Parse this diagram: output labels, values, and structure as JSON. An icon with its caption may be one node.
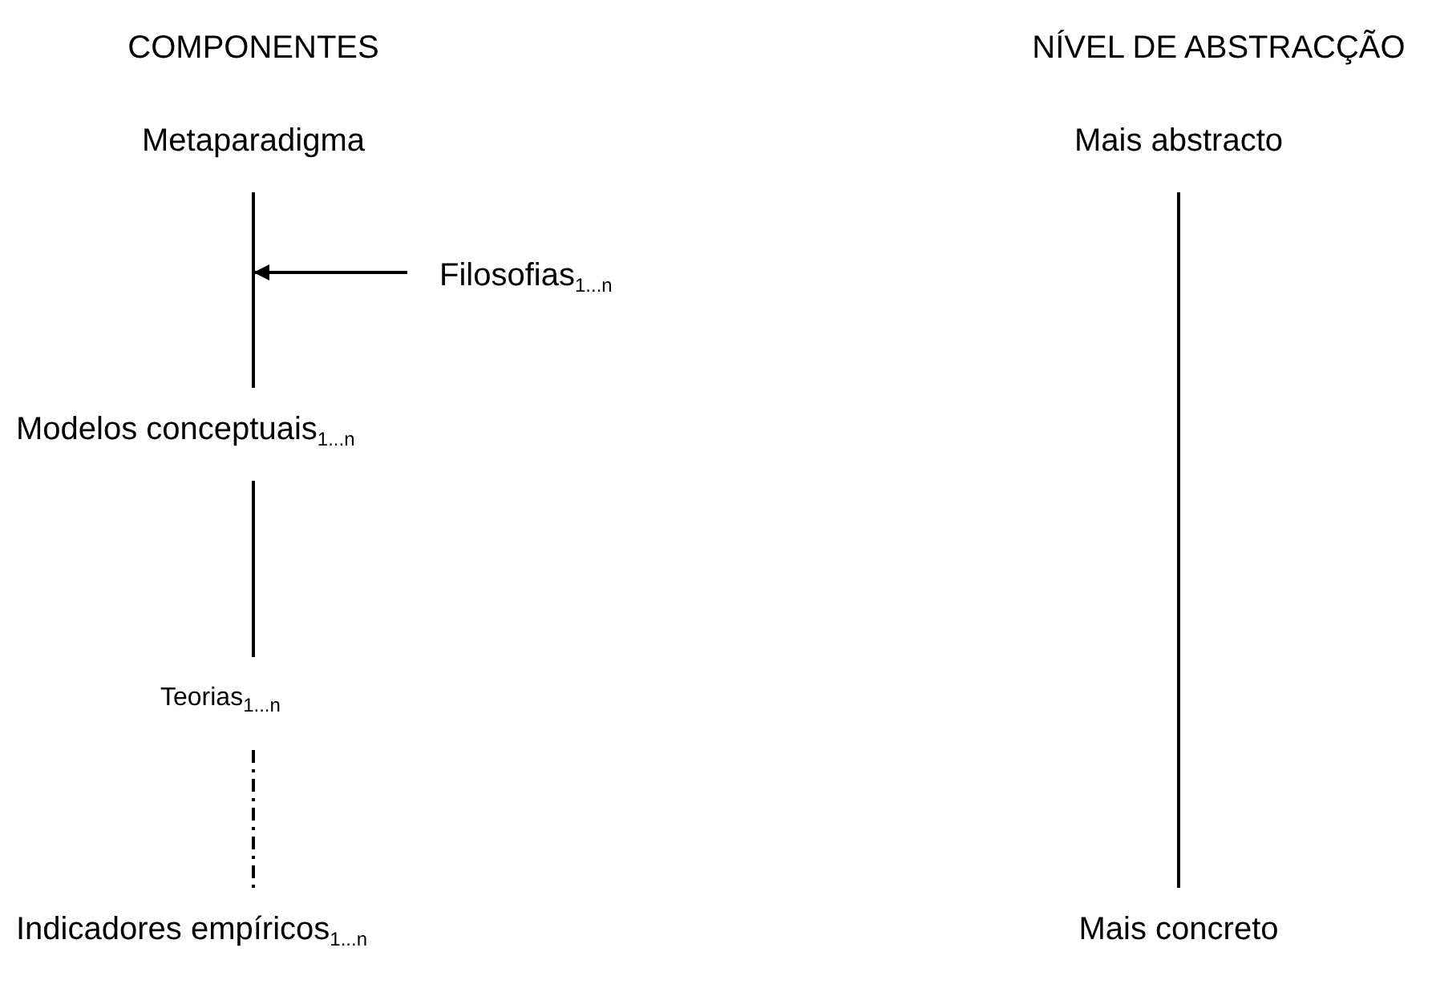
{
  "diagram": {
    "nodes": [
      {
        "text": [
          "Metaparadigma"
        ]
      },
      {
        "text": [
          "Filosofias$_{1...n}$"
        ]
      },
      {
        "text": [
          "Modelos conceptuais$_{1...n}$"
        ]
      },
      {
        "text": [
          "Teorias$_{1...n}$"
        ]
      },
      {
        "text": [
          "Indicadores empíricos$_{1...n}$"
        ]
      },
      {
        "text": [
          "Mais abstracto"
        ]
      },
      {
        "text": [
          "Mais concreto"
        ]
      }
    ],
    "edges": [
      {
        "from": 0,
        "to": 2,
        "arrow": "none"
      },
      {
        "from": 1,
        "to": null,
        "arrow": "to"
      },
      {
        "from": 2,
        "to": 3,
        "arrow": "none"
      },
      {
        "from": 3,
        "to": 4,
        "arrow": "none",
        "style": "dashed"
      },
      {
        "from": 5,
        "to": 6,
        "arrow": "none"
      }
    ],
    "labels": [
      "COMPONENTES",
      "NÍVEL DE ABSTRACÇÃO"
    ]
  }
}
